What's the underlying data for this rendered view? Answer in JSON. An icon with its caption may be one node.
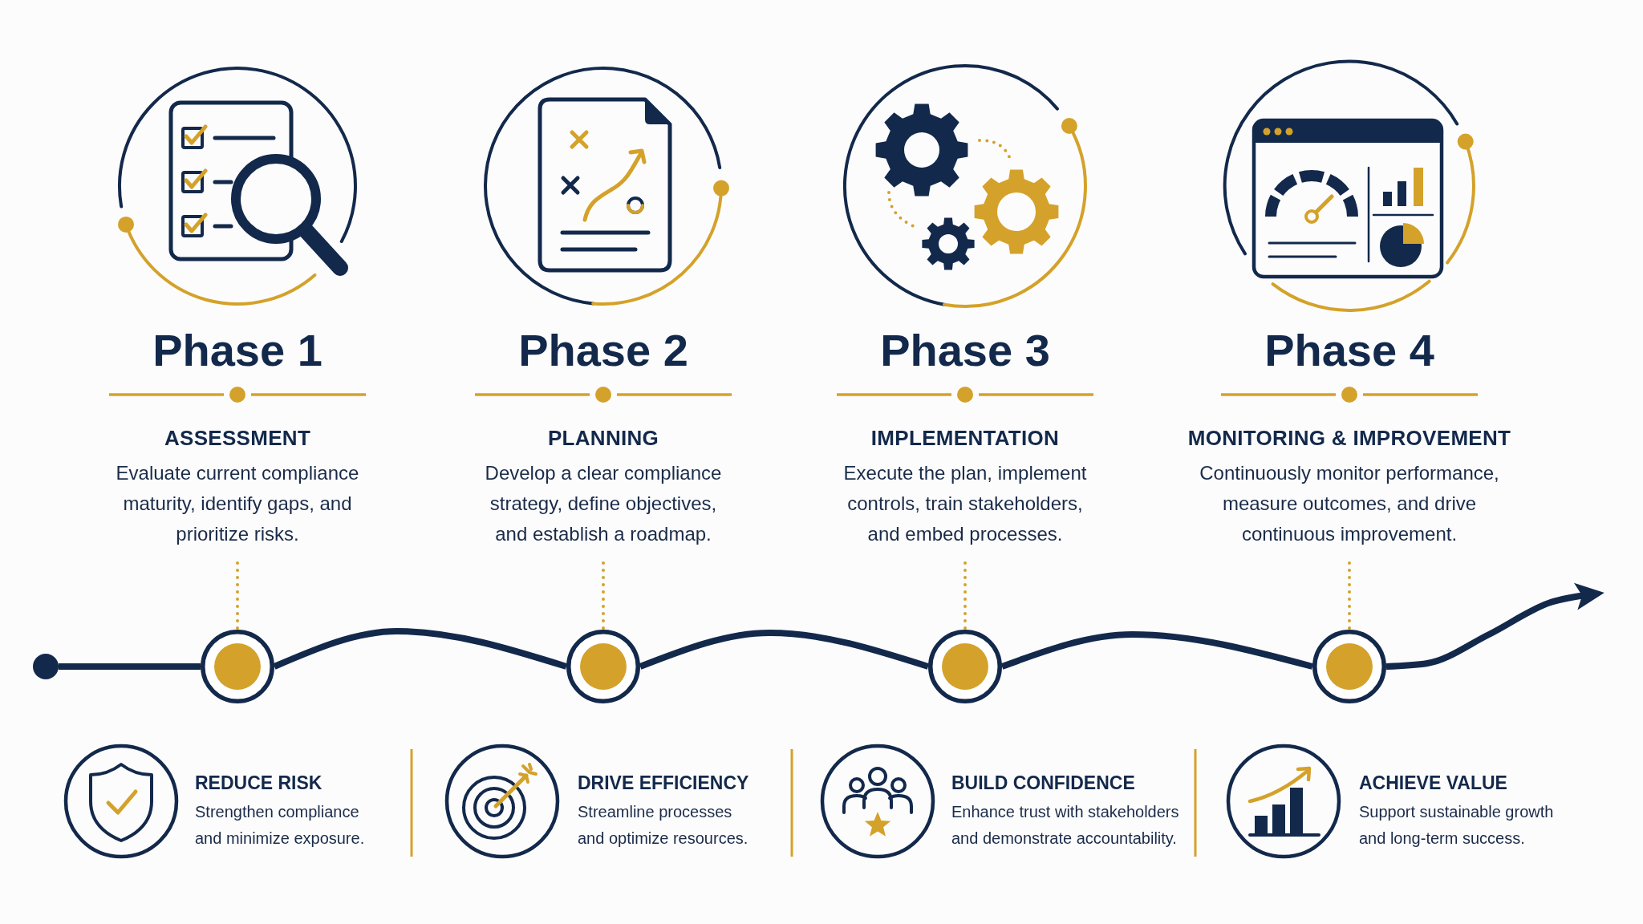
{
  "diagram": {
    "nodes": [
      {
        "text": [
          "Phase 1",
          "ASSESSMENT",
          "Evaluate current compliance maturity, identify gaps, and prioritize risks."
        ]
      },
      {
        "text": [
          "Phase 2",
          "PLANNING",
          "Develop a clear compliance strategy, define objectives, and establish a roadmap."
        ]
      },
      {
        "text": [
          "Phase 3",
          "IMPLEMENTATION",
          "Execute the plan, implement controls, train stakeholders, and embed processes."
        ]
      },
      {
        "text": [
          "Phase 4",
          "MONITORING & IMPROVEMENT",
          "Continuously monitor performance, measure outcomes, and drive continuous improvement."
        ]
      },
      {
        "text": [],
        "shape": "circle"
      },
      {
        "text": [],
        "shape": "circle"
      },
      {
        "text": [],
        "shape": "circle"
      },
      {
        "text": [],
        "shape": "circle"
      },
      {
        "text": [],
        "shape": "circle"
      }
    ],
    "edges": [
      {
        "from": 4,
        "to": 5,
        "arrow": "none"
      },
      {
        "from": 5,
        "to": 6,
        "arrow": "none"
      },
      {
        "from": 6,
        "to": 7,
        "arrow": "none"
      },
      {
        "from": 7,
        "to": 8,
        "arrow": "none"
      },
      {
        "from": 8,
        "to": null,
        "arrow": "to"
      },
      {
        "from": 0,
        "to": 5,
        "arrow": "none",
        "style": "dashed",
        "color": "#d4a22a"
      },
      {
        "from": 1,
        "to": 6,
        "arrow": "none",
        "style": "dashed",
        "color": "#d4a22a"
      },
      {
        "from": 2,
        "to": 7,
        "arrow": "none",
        "style": "dashed",
        "color": "#d4a22a"
      },
      {
        "from": 3,
        "to": 8,
        "arrow": "none",
        "style": "dashed",
        "color": "#d4a22a"
      }
    ],
    "labels": [
      "REDUCE RISK",
      "Strengthen compliance and minimize exposure.",
      "DRIVE EFFICIENCY",
      "Streamline processes and optimize resources.",
      "BUILD CONFIDENCE",
      "Enhance trust with stakeholders and demonstrate accountability.",
      "ACHIEVE VALUE",
      "Support sustainable growth and long-term success."
    ]
  }
}
